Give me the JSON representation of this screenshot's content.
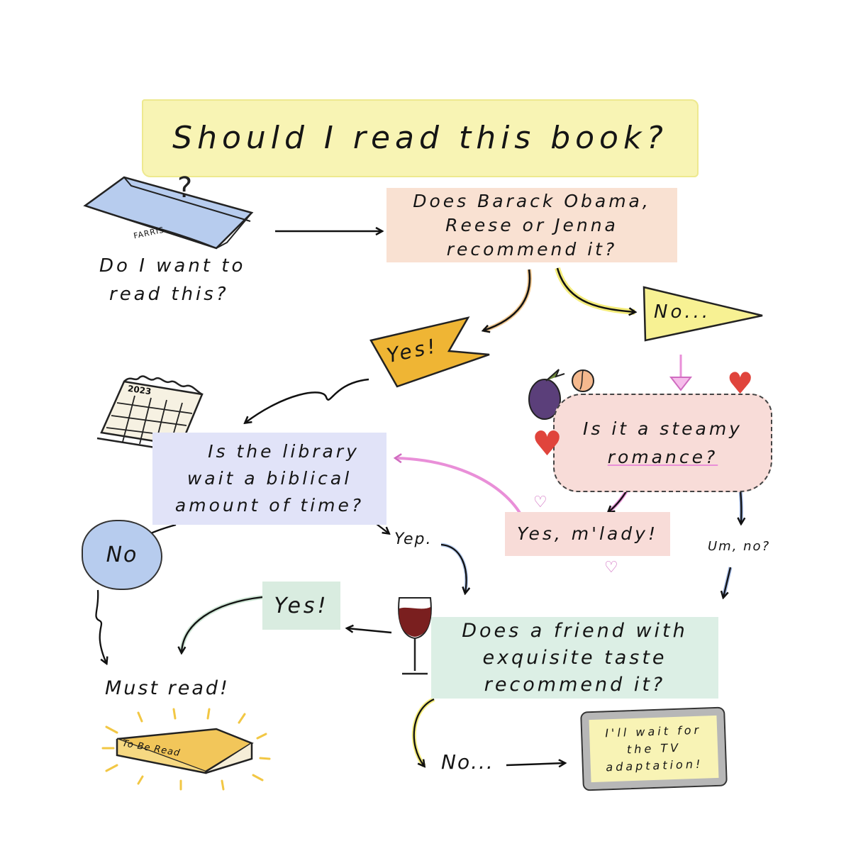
{
  "title": "Should I read this book?",
  "start": {
    "book_label": "FARRIS",
    "book_mark": "?",
    "question_line1": "Do I want to",
    "question_line2": "read this?"
  },
  "celebrity_question": {
    "line1": "Does Barack Obama,",
    "line2": "Reese or Jenna",
    "line3": "recommend it?"
  },
  "celebrity_yes": "Yes!",
  "celebrity_no": "No...",
  "calendar_year": "2023",
  "library_question": {
    "line1": "Is the library",
    "line2": "wait a biblical",
    "line3": "amount of time?"
  },
  "romance_question": {
    "line1": "Is it a steamy",
    "line2": "romance?"
  },
  "library_no": "No",
  "library_yes": "Yep.",
  "romance_yes": "Yes, m'lady!",
  "romance_no": "Um, no?",
  "friend_question": {
    "line1": "Does a friend with",
    "line2": "exquisite taste",
    "line3": "recommend it?"
  },
  "friend_yes": "Yes!",
  "friend_no": "No...",
  "must_read": "Must read!",
  "tbr_book_label": "To Be Read",
  "tv": {
    "line1": "I'll wait for",
    "line2": "the TV",
    "line3": "adaptation!"
  },
  "colors": {
    "title_bg": "#f8f4b4",
    "peach": "#f9e1d2",
    "yes_flag": "#efb534",
    "no_flag": "#f7f193",
    "lavender": "#e1e3f8",
    "pink": "#f8dcd8",
    "blue": "#b7ccee",
    "mint": "#dcefe5",
    "pink_arrow": "#e98fd8"
  }
}
